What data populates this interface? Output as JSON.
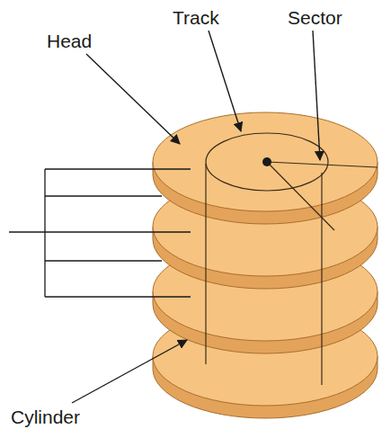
{
  "diagram": {
    "labels": [
      "Head",
      "Track",
      "Sector",
      "Cylinder"
    ]
  }
}
